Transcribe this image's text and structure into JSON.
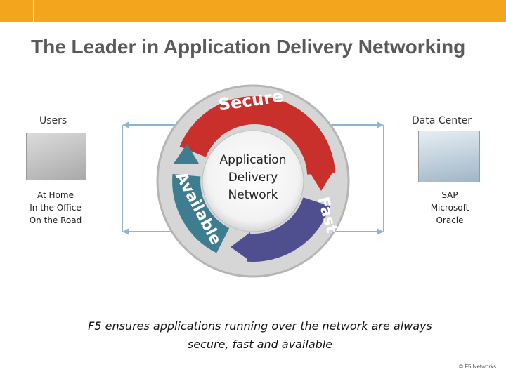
{
  "slide": {
    "title": "The Leader in Application Delivery Networking"
  },
  "diagram": {
    "left_label": "Users",
    "right_label": "Data Center",
    "user_locations": [
      "At Home",
      "In the Office",
      "On the Road"
    ],
    "applications": [
      "SAP",
      "Microsoft",
      "Oracle"
    ],
    "center_lines": [
      "Application",
      "Delivery",
      "Network"
    ],
    "ring_words": {
      "top": "Secure",
      "right": "Fast",
      "left": "Available"
    },
    "colors": {
      "secure": "#c9302c",
      "fast": "#4f4f8f",
      "available": "#3d7d8f",
      "accent_bar": "#f3a51e"
    }
  },
  "footer": {
    "tagline_line1": "F5 ensures applications running over the network are always",
    "tagline_line2": "secure, fast and available",
    "copyright": "© F5 Networks"
  }
}
